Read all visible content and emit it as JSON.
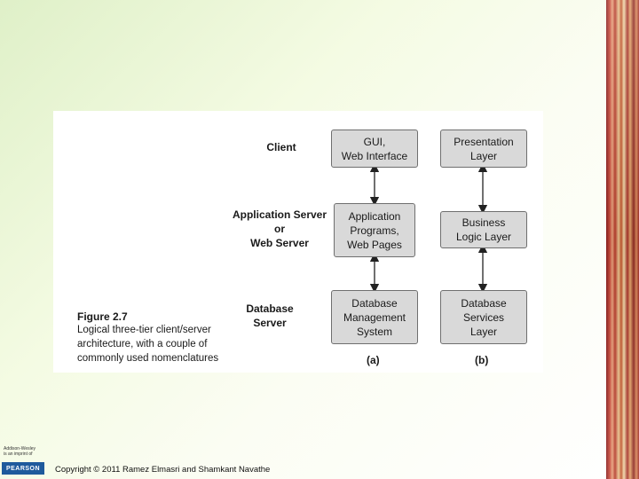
{
  "figure": {
    "row_labels": {
      "client": "Client",
      "application_server": "Application Server\nor\nWeb Server",
      "database_server": "Database\nServer"
    },
    "column_a": {
      "top": "GUI,\nWeb Interface",
      "middle": "Application\nPrograms,\nWeb Pages",
      "bottom": "Database\nManagement\nSystem",
      "label": "(a)"
    },
    "column_b": {
      "top": "Presentation\nLayer",
      "middle": "Business\nLogic Layer",
      "bottom": "Database\nServices\nLayer",
      "label": "(b)"
    },
    "caption": {
      "title": "Figure 2.7",
      "line1": "Logical three-tier client/server",
      "line2": "architecture, with a couple of",
      "line3": "commonly used nomenclatures"
    }
  },
  "footer": {
    "publisher_small": "Addison-Wesley\nis an imprint of",
    "publisher_logo": "PEARSON",
    "copyright": "Copyright © 2011 Ramez Elmasri and Shamkant Navathe"
  },
  "colors": {
    "box_fill": "#d9d9d9",
    "box_border": "#6f6f6f",
    "pearson_blue": "#1f5a9c"
  }
}
